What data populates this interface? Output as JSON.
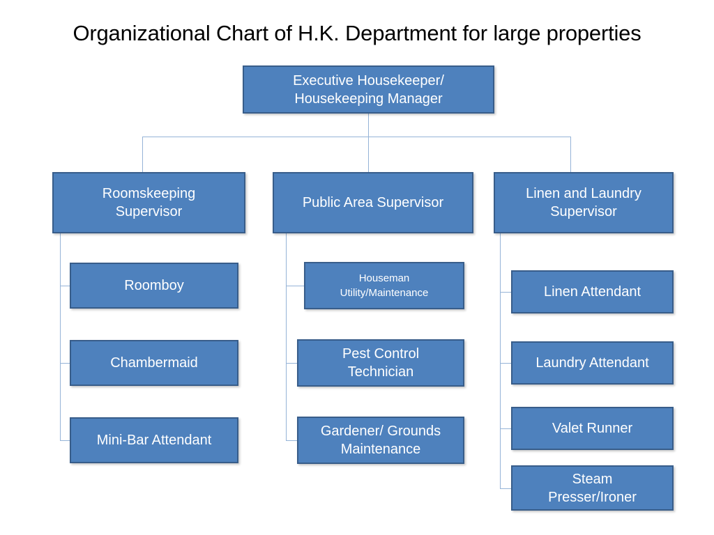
{
  "title": "Organizational Chart of H.K. Department for large properties",
  "colors": {
    "box_fill": "#4E81BD",
    "box_border": "#385D8A",
    "box_text": "#FFFFFF",
    "connector": "#95B3D7",
    "title_text": "#000000",
    "background": "#FFFFFF"
  },
  "chart_data": {
    "type": "diagram",
    "diagram_type": "organizational-chart",
    "title": "Organizational Chart of H.K. Department for large properties",
    "root": {
      "id": "executive-housekeeper",
      "label": "Executive Housekeeper/\nHousekeeping Manager"
    },
    "branches": [
      {
        "id": "roomskeeping-supervisor",
        "label": "Roomskeeping\nSupervisor",
        "children": [
          {
            "id": "roomboy",
            "label": "Roomboy"
          },
          {
            "id": "chambermaid",
            "label": "Chambermaid"
          },
          {
            "id": "mini-bar-attendant",
            "label": "Mini-Bar Attendant"
          }
        ]
      },
      {
        "id": "public-area-supervisor",
        "label": "Public Area Supervisor",
        "children": [
          {
            "id": "houseman-utility-maintenance",
            "label": "Houseman\nUtility/Maintenance"
          },
          {
            "id": "pest-control-technician",
            "label": "Pest Control\nTechnician"
          },
          {
            "id": "gardener-grounds-maintenance",
            "label": "Gardener/ Grounds\nMaintenance"
          }
        ]
      },
      {
        "id": "linen-and-laundry-supervisor",
        "label": "Linen and Laundry\nSupervisor",
        "children": [
          {
            "id": "linen-attendant",
            "label": "Linen Attendant"
          },
          {
            "id": "laundry-attendant",
            "label": "Laundry Attendant"
          },
          {
            "id": "valet-runner",
            "label": "Valet Runner"
          },
          {
            "id": "steam-presser-ironer",
            "label": "Steam\nPresser/Ironer"
          }
        ]
      }
    ]
  },
  "nodes": {
    "root": {
      "label": "Executive Housekeeper/\nHousekeeping Manager"
    },
    "supervisor_1": {
      "label": "Roomskeeping\nSupervisor"
    },
    "supervisor_2": {
      "label": "Public Area Supervisor"
    },
    "supervisor_3": {
      "label": "Linen and Laundry\nSupervisor"
    },
    "col1": [
      {
        "label": "Roomboy"
      },
      {
        "label": "Chambermaid"
      },
      {
        "label": "Mini-Bar Attendant"
      }
    ],
    "col2": [
      {
        "label": "Houseman\nUtility/Maintenance"
      },
      {
        "label": "Pest Control\nTechnician"
      },
      {
        "label": "Gardener/ Grounds\nMaintenance"
      }
    ],
    "col3": [
      {
        "label": "Linen Attendant"
      },
      {
        "label": "Laundry Attendant"
      },
      {
        "label": "Valet Runner"
      },
      {
        "label": "Steam\nPresser/Ironer"
      }
    ]
  }
}
